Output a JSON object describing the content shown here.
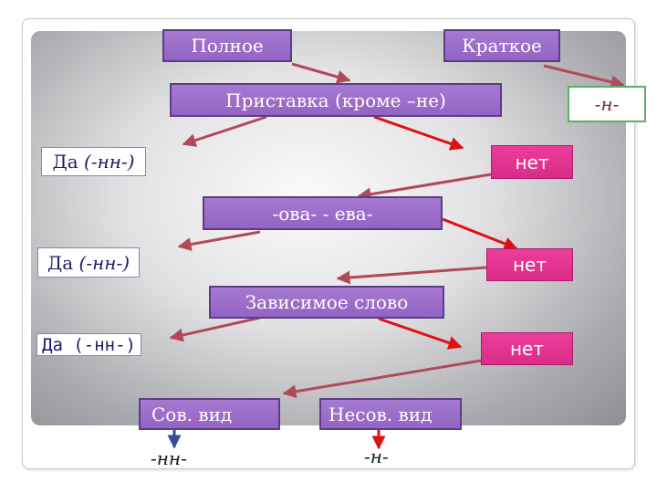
{
  "nodes": {
    "polnoe": "Полное",
    "kratkoe": "Краткое",
    "n_short": "-н-",
    "pristavka": "Приставка (кроме –не)",
    "yes1_label": "Да",
    "yes1_suffix": "(-нн-)",
    "no1": "нет",
    "ova": "-ова- - ева-",
    "yes2_label": "Да",
    "yes2_suffix": "(-нн-)",
    "no2": "нет",
    "zavisimoe": "Зависимое слово",
    "yes3_label": "Да",
    "yes3_suffix": "(-нн-)",
    "no3": "нет",
    "sov": "Сов. вид",
    "nesov": "Несов. вид",
    "sov_result": "-нн-",
    "nesov_result": "-н-"
  },
  "colors": {
    "purple_fill": "#9b6cc8",
    "pink_fill": "#e0348f",
    "arrow_brown": "#b04a5a",
    "arrow_red": "#e01010",
    "arrow_blue": "#3a4a9a"
  }
}
